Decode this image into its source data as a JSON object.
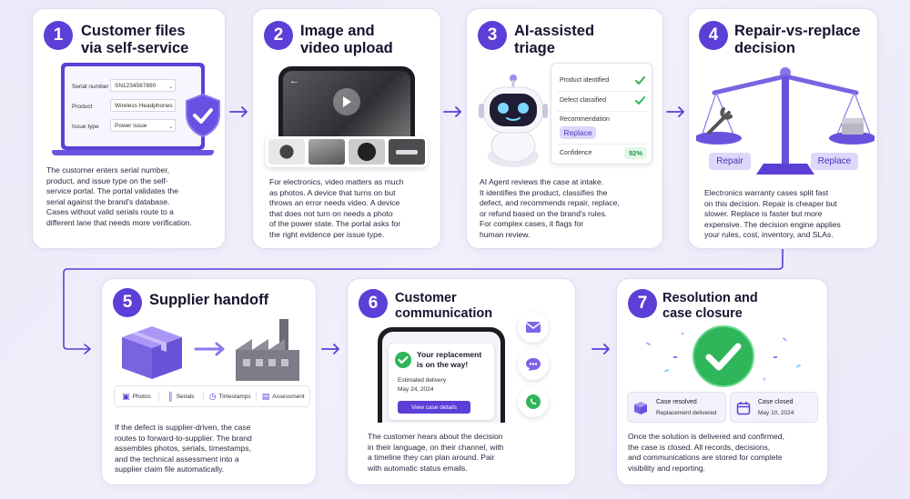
{
  "steps": [
    {
      "number": "1",
      "title": [
        "Customer files",
        "via self-service"
      ],
      "desc": [
        "The customer enters serial number,",
        "product, and issue type on the self-",
        "service portal. The portal validates the",
        "serial against the brand's database.",
        "Cases without valid serials route to a",
        "different lane that needs more verification."
      ],
      "form": [
        {
          "label": "Serial number",
          "value": "SN1234567890"
        },
        {
          "label": "Product",
          "value": "Wireless Headphones"
        },
        {
          "label": "Issue type",
          "value": "Power issue"
        }
      ]
    },
    {
      "number": "2",
      "title": [
        "Image and",
        "video upload"
      ],
      "desc": [
        "For electronics, video matters as much",
        "as photos. A device that turns on but",
        "throws an error needs video. A device",
        "that does not turn on needs a photo",
        "of the power state. The portal asks for",
        "the right evidence per issue type."
      ]
    },
    {
      "number": "3",
      "title": [
        "AI-assisted",
        "triage"
      ],
      "desc": [
        "AI Agent reviews the case at intake.",
        "It identifies the product, classifies the",
        "defect, and recommends repair, replace,",
        "or refund based on the brand's rules.",
        "For complex cases, it flags for",
        "human review."
      ],
      "panel": {
        "product_identified": "Product identified",
        "defect_classified": "Defect classified",
        "recommendation_label": "Recommendation",
        "recommendation_value": "Replace",
        "confidence_label": "Confidence",
        "confidence_value": "92%"
      }
    },
    {
      "number": "4",
      "title": [
        "Repair-vs-replace",
        "decision"
      ],
      "desc": [
        "Electronics warranty cases split fast",
        "on this decision. Repair is cheaper but",
        "slower. Replace is faster but more",
        "expensive. The decision engine applies",
        "your rules, cost, inventory, and SLAs."
      ],
      "left_label": "Repair",
      "right_label": "Replace"
    },
    {
      "number": "5",
      "title": [
        "Supplier handoff"
      ],
      "desc": [
        "If the defect is supplier-driven, the case",
        "routes to forward-to-supplier. The brand",
        "assembles photos, serials, timestamps,",
        "and the technical assessment into a",
        "supplier claim file automatically."
      ],
      "chips": [
        "Photos",
        "Serials",
        "Timestamps",
        "Assessment"
      ]
    },
    {
      "number": "6",
      "title": [
        "Customer",
        "communication"
      ],
      "desc": [
        "The customer hears about the decision",
        "in their language, on their channel, with",
        "a timeline they can plan around. Pair",
        "with automatic status emails."
      ],
      "notice": {
        "headline": [
          "Your replacement",
          "is on the way!"
        ],
        "delivery_label": "Estimated delivery",
        "delivery_date": "May 24, 2024",
        "button": "View case details"
      }
    },
    {
      "number": "7",
      "title": [
        "Resolution and",
        "case closure"
      ],
      "desc": [
        "Once the solution is delivered and confirmed,",
        "the case is closed. All records, decisions,",
        "and communications are stored for complete",
        "visibility and reporting."
      ],
      "resolved_label": "Case resolved",
      "resolved_value": "Replacement delivered",
      "closed_label": "Case closed",
      "closed_value": "May 10, 2024"
    }
  ],
  "colors": {
    "accent": "#5b3fd6",
    "accent_light": "#ded6fb",
    "success": "#2fb55a",
    "card_border": "#dedbef"
  }
}
